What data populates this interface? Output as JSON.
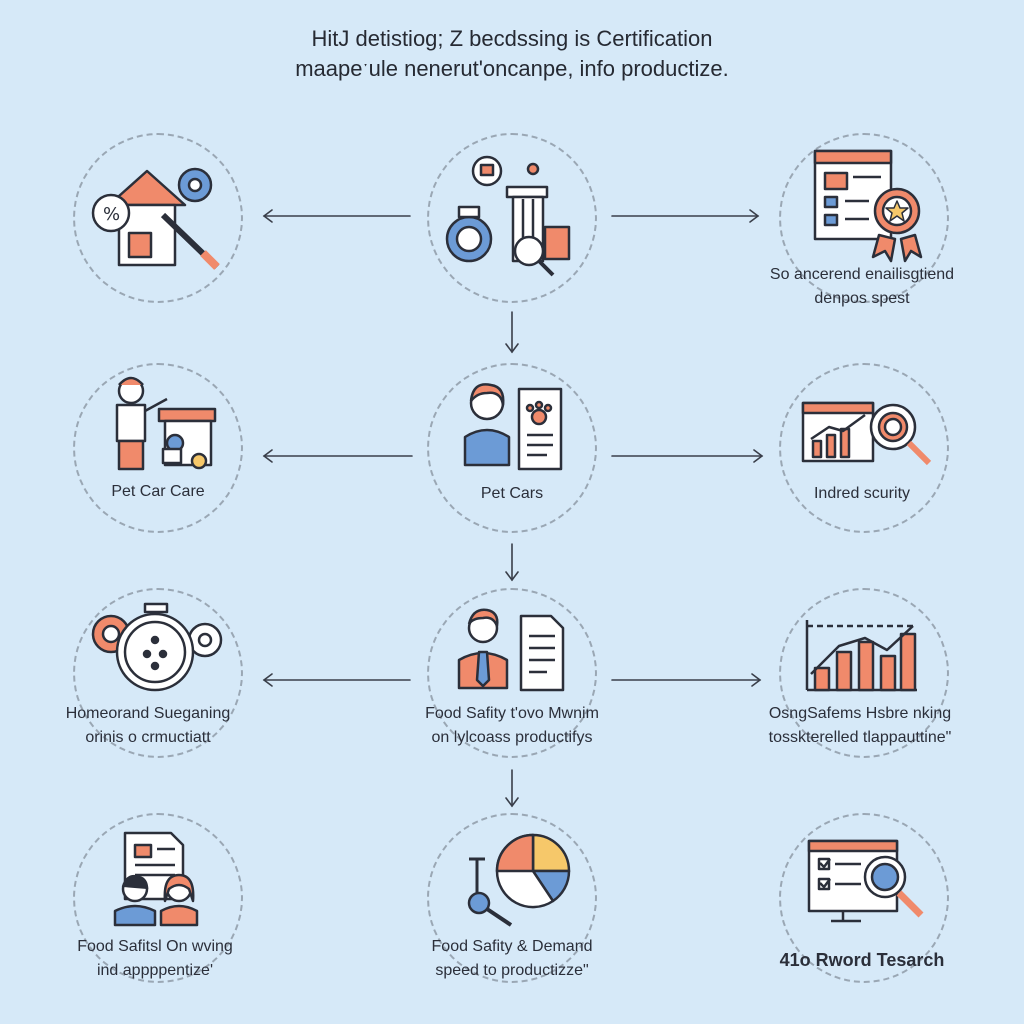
{
  "header": {
    "title_line1": "HitJ detistiog; Z becdssing is Certification",
    "title_line2": "maapeˑule nenerut'oncanpe, info productize."
  },
  "nodes": {
    "top_right": {
      "line1": "So ancerend enailisgtiend",
      "line2": "denpos spest"
    },
    "mid_left": {
      "line1": "Pet Car Care"
    },
    "mid_center": {
      "line1": "Pet Cars"
    },
    "mid_right": {
      "line1": "Indred scurity"
    },
    "row3_left": {
      "line1": "Homeorand Sueganing",
      "line2": "orinis o crmuctiatt"
    },
    "row3_center": {
      "line1": "Food Safity t'ovo Mwnim",
      "line2": "on lylcoass productifys"
    },
    "row3_right": {
      "line1": "OsngSafems Hsbre nking",
      "line2": "tosskterelled tlappauttine\""
    },
    "bottom_left": {
      "line1": "Food Safitsl On wving",
      "line2": "ind appppentize'"
    },
    "bottom_center": {
      "line1": "Food Safity & Demand",
      "line2": "speed to productizze\""
    },
    "bottom_right": {
      "line1": "41o Rword Tesarch"
    }
  },
  "colors": {
    "background": "#d6e9f8",
    "outline": "#2b2f3a",
    "accent_orange": "#f08a6b",
    "accent_blue": "#6c9bd6",
    "accent_yellow": "#f6c86a",
    "circle_border": "#9aa7b4"
  },
  "icons": {
    "top_left": "house-gear-tools-icon",
    "top_center": "products-inspection-icon",
    "top_right": "certificate-award-icon",
    "mid_left": "person-house-pets-icon",
    "mid_center": "person-pet-document-icon",
    "mid_right": "chart-magnifier-icon",
    "row3_left": "gears-clock-icon",
    "row3_center": "person-document-icon",
    "row3_right": "bar-chart-trend-icon",
    "bottom_left": "people-document-icon",
    "bottom_center": "pie-chart-tools-icon",
    "bottom_right": "monitor-checklist-search-icon"
  }
}
